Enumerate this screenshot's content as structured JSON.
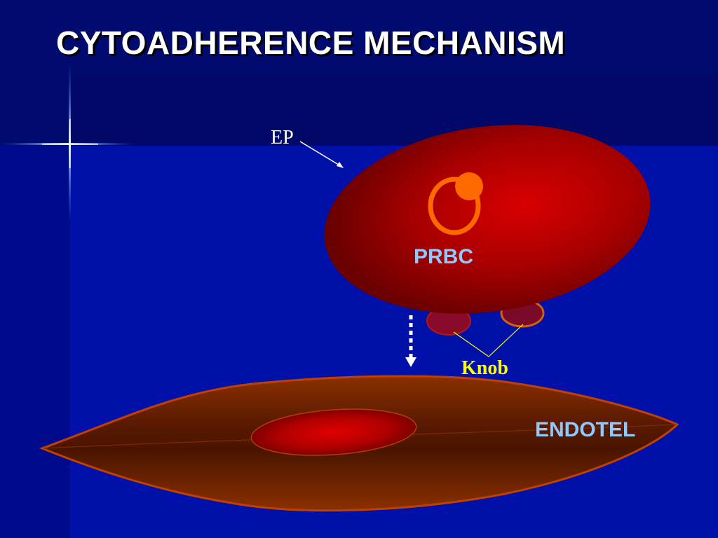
{
  "slide": {
    "title": "CYTOADHERENCE MECHANISM"
  },
  "labels": {
    "ep": "EP",
    "prbc": "PRBC",
    "knob": "Knob",
    "endotel": "ENDOTEL"
  },
  "colors": {
    "background": "#0010a8",
    "title_text": "#ffffff",
    "cell_red": "#c80000",
    "endothelium_brown": "#8a3000",
    "parasite_orange": "#ff6a00",
    "label_blue": "#8fc9ff",
    "knob_label": "#ffff00"
  }
}
